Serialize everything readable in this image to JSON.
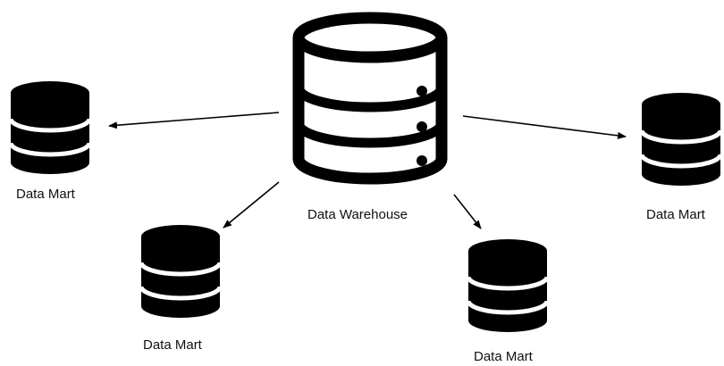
{
  "warehouse": {
    "label": "Data Warehouse",
    "icon": "database-server-icon",
    "color": "#000000"
  },
  "marts": [
    {
      "label": "Data Mart",
      "icon": "database-icon"
    },
    {
      "label": "Data Mart",
      "icon": "database-icon"
    },
    {
      "label": "Data Mart",
      "icon": "database-icon"
    },
    {
      "label": "Data Mart",
      "icon": "database-icon"
    }
  ],
  "colors": {
    "background": "#ffffff",
    "icon": "#000000",
    "arrow": "#000000"
  }
}
